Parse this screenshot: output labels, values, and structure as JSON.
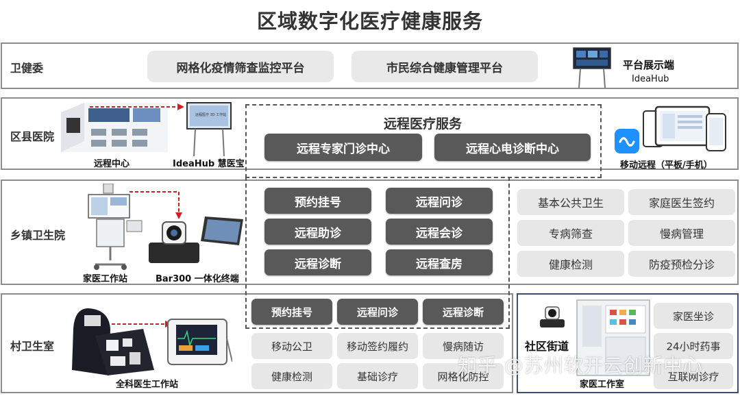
{
  "title": "区域数字化医疗健康服务",
  "tiers": {
    "wjw": {
      "label": "卫健委",
      "platforms": [
        "网格化疫情筛查监控平台",
        "市民综合健康管理平台"
      ],
      "display_title": "平台展示端",
      "display_sub": "IdeaHub"
    },
    "county": {
      "label": "区县医院",
      "caption_remote_center": "远程中心",
      "caption_ideahub": "IdeaHub 慧医宝",
      "caption_mobile": "移动远程（平板/手机）",
      "screen_text": "远程医疗 3D 工作站"
    },
    "town": {
      "label": "乡镇卫生院",
      "caption_station": "家医工作站",
      "caption_bar": "Bar300 一体化终端",
      "services": [
        "基本公共卫生",
        "家庭医生签约",
        "专病筛查",
        "慢病管理",
        "健康检测",
        "防疫预检分诊"
      ]
    },
    "village": {
      "label": "村卫生室",
      "caption_workstation": "全科医生工作站",
      "dark_services": [
        "预约挂号",
        "远程问诊",
        "远程诊断"
      ],
      "services": [
        "移动公卫",
        "移动签约履约",
        "慢病随访",
        "健康检测",
        "基础诊疗",
        "网格化防控"
      ]
    },
    "community": {
      "label": "社区街道",
      "caption": "家医工作室",
      "services": [
        "家医坐诊",
        "24小时药事",
        "互联网诊疗"
      ]
    }
  },
  "remote_medical": {
    "title": "远程医疗服务",
    "centers": [
      "远程专家门诊中心",
      "远程心电诊断中心"
    ],
    "services": [
      "预约挂号",
      "远程问诊",
      "远程助诊",
      "远程会诊",
      "远程诊断",
      "远程查房"
    ]
  },
  "watermark": "知乎 @苏州软开云创新中心",
  "colors": {
    "dark_pill": "#595959",
    "light_pill": "#e9e9e9",
    "border": "#8c8c8c",
    "arrow_red": "#d11f1f",
    "mobile_blue": "#1e90ff"
  }
}
